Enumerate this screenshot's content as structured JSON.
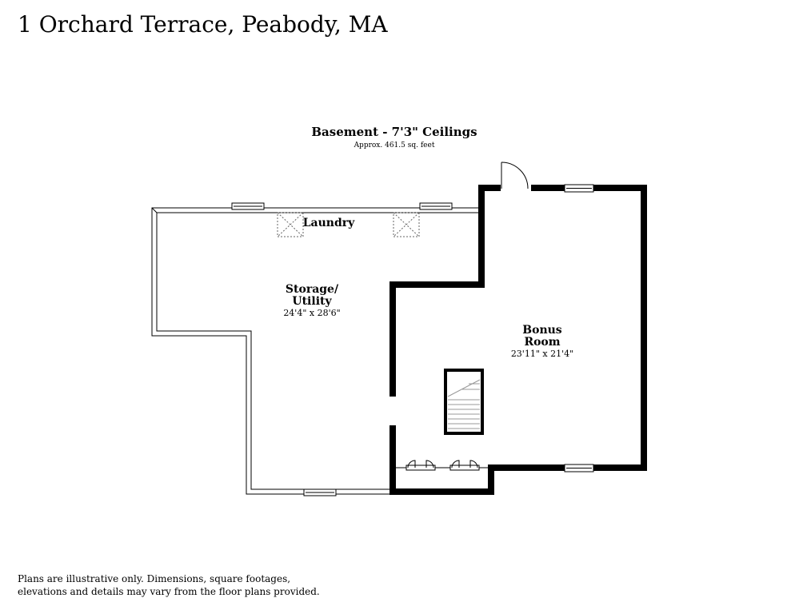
{
  "header": {
    "title": "1 Orchard Terrace, Peabody, MA"
  },
  "floor": {
    "title": "Basement - 7'3\" Ceilings",
    "area": "Approx. 461.5 sq. feet"
  },
  "rooms": {
    "laundry": {
      "name": "Laundry"
    },
    "storage": {
      "name_line1": "Storage/",
      "name_line2": "Utility",
      "dims": "24'4\" x 28'6\""
    },
    "bonus": {
      "name_line1": "Bonus",
      "name_line2": "Room",
      "dims": "23'11\" x 21'4\""
    }
  },
  "footer": {
    "line1": "Plans are illustrative only. Dimensions, square footages,",
    "line2": "elevations and details may vary from the floor plans provided."
  }
}
